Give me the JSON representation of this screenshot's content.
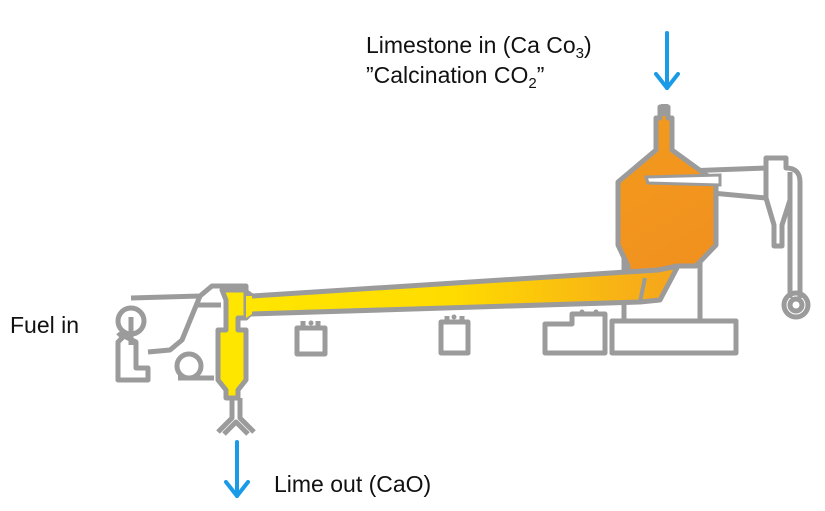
{
  "labels": {
    "limestone_in": {
      "text": "Limestone in (Ca Co",
      "subscript": "3",
      "suffix": ")"
    },
    "calcination": {
      "text": "”Calcination CO",
      "subscript": "2",
      "suffix": "”"
    },
    "fuel_in": "Fuel in",
    "lime_out": "Lime out (CaO)"
  },
  "colors": {
    "outline": "#9b9b9b",
    "arrow": "#1a9be8",
    "hot_orange": "#f39a1e",
    "warm_yellow": "#ffe600",
    "background": "#ffffff",
    "text": "#111111"
  },
  "flows": [
    {
      "name": "limestone-feed",
      "direction": "down"
    },
    {
      "name": "lime-discharge",
      "direction": "down"
    }
  ]
}
